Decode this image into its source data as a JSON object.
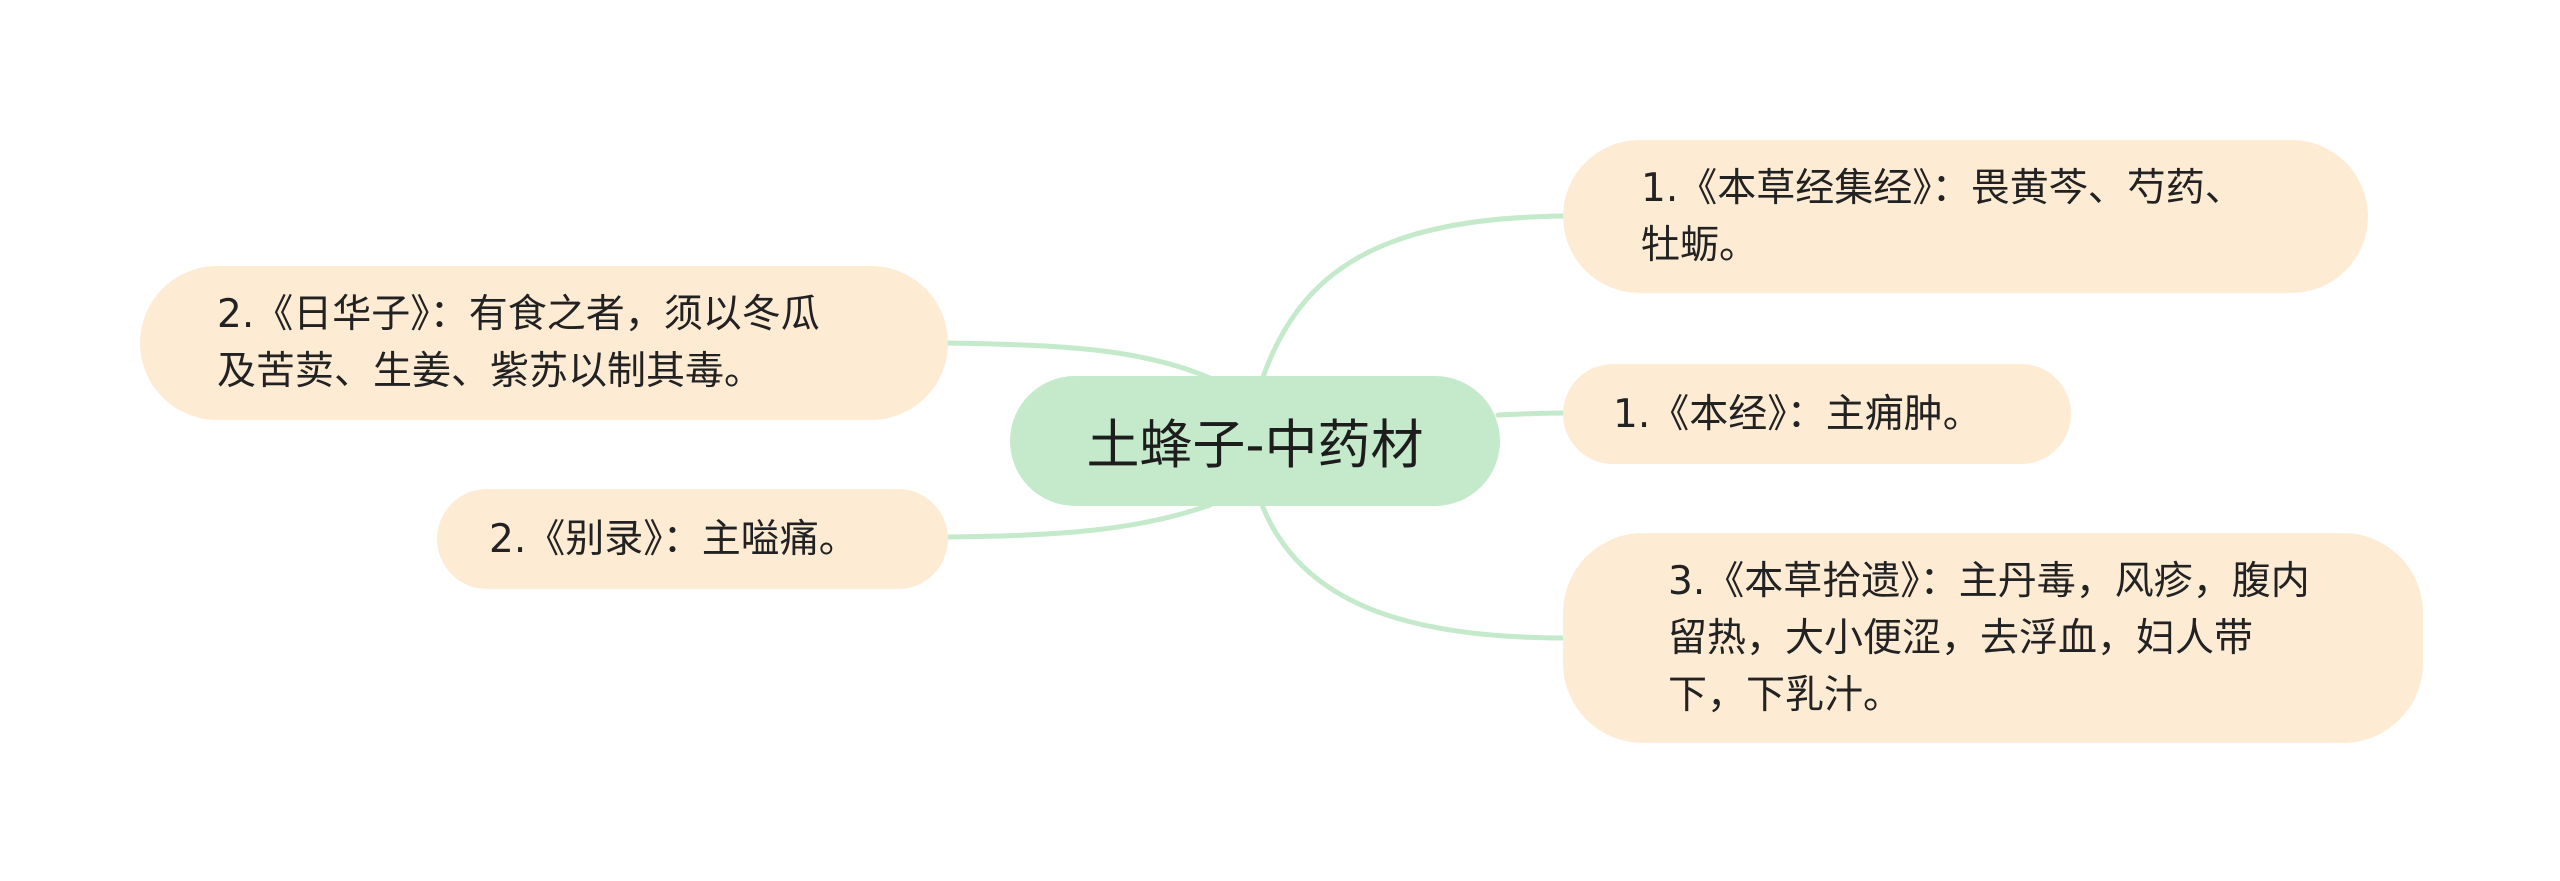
{
  "colors": {
    "center_fill": "#c4eacb",
    "node_fill": "#fdebd4",
    "link_stroke": "#c4eacb",
    "text": "#222222"
  },
  "center": {
    "label": "土蜂子-中药材"
  },
  "nodes": {
    "right_1": {
      "label": "1.《本草经集经》：畏黄芩、芍药、牡蛎。"
    },
    "right_2": {
      "label": "1.《本经》：主痈肿。"
    },
    "right_3": {
      "label": "3.《本草拾遗》：主丹毒，风疹，腹内留热，大小便涩，去浮血，妇人带下，下乳汁。"
    },
    "left_1": {
      "label": "2.《日华子》：有食之者，须以冬瓜及苦荬、生姜、紫苏以制其毒。"
    },
    "left_2": {
      "label": "2.《别录》：主嗌痛。"
    }
  }
}
